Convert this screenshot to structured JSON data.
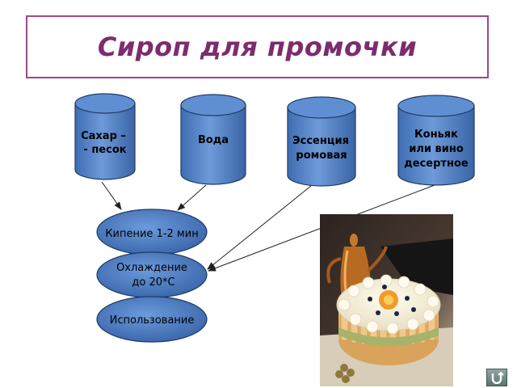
{
  "title": "Сироп для промочки",
  "ingredients": [
    {
      "line1": "Сахар –",
      "line2": "- песок"
    },
    {
      "line1": "Вода",
      "line2": ""
    },
    {
      "line1": "Эссенция",
      "line2": "ромовая"
    },
    {
      "line1": "Коньяк",
      "line2": "или вино",
      "line3": "десертное"
    }
  ],
  "steps": [
    {
      "line1": "Кипение 1-2 мин",
      "line2": ""
    },
    {
      "line1": "Охлаждение",
      "line2": "до 20*С"
    },
    {
      "line1": "Использование",
      "line2": ""
    }
  ],
  "colors": {
    "title": "#7d2c6e",
    "title_border": "#9b4a86",
    "shape_fill": "#4f7fc4",
    "shape_stroke": "#1f3b66",
    "arrow": "#222222"
  },
  "icons": {
    "nav_button": "return-arrow-icon",
    "photo": "cake-photo"
  }
}
